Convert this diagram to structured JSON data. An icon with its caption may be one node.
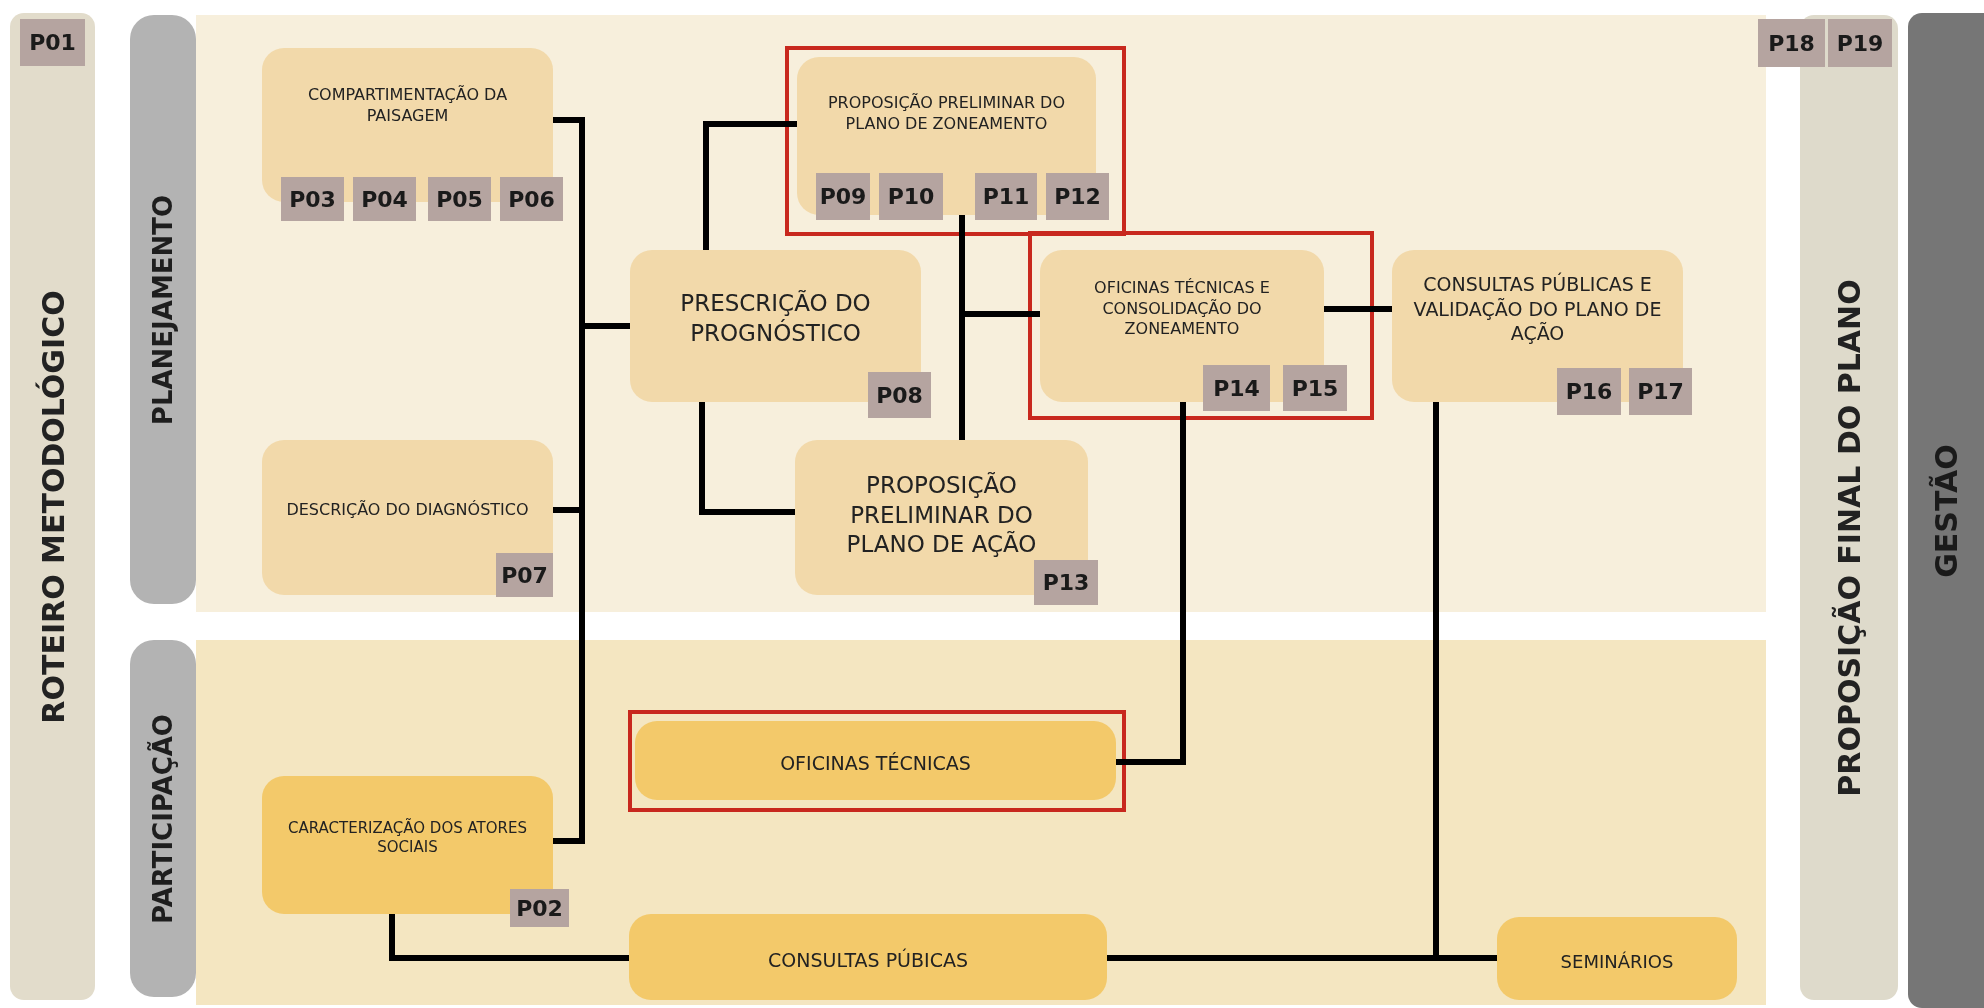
{
  "diagram": {
    "nodes": [
      {
        "text": [
          "ROTEIRO METODOLÓGICO"
        ]
      },
      {
        "text": [
          "P01"
        ],
        "in": 0
      },
      {
        "text": [
          "PLANEJAMENTO"
        ]
      },
      {
        "text": [
          "COMPARTIMENTAÇÃO DA PAISAGEM"
        ],
        "in": 2
      },
      {
        "text": [
          "P03"
        ],
        "in": 2
      },
      {
        "text": [
          "P04"
        ],
        "in": 2
      },
      {
        "text": [
          "P05"
        ],
        "in": 2
      },
      {
        "text": [
          "P06"
        ],
        "in": 2
      },
      {
        "text": [
          "PROPOSIÇÃO PRELIMINAR DO PLANO DE ZONEAMENTO"
        ],
        "in": 2
      },
      {
        "text": [
          "P09"
        ],
        "in": 2
      },
      {
        "text": [
          "P10"
        ],
        "in": 2
      },
      {
        "text": [
          "P11"
        ],
        "in": 2
      },
      {
        "text": [
          "P12"
        ],
        "in": 2
      },
      {
        "text": [
          "PRESCRIÇÃO DO PROGNÓSTICO"
        ],
        "in": 2
      },
      {
        "text": [
          "P08"
        ],
        "in": 2
      },
      {
        "text": [
          "OFICINAS TÉCNICAS E CONSOLIDAÇÃO DO ZONEAMENTO"
        ],
        "in": 2
      },
      {
        "text": [
          "P14"
        ],
        "in": 2
      },
      {
        "text": [
          "P15"
        ],
        "in": 2
      },
      {
        "text": [
          "CONSULTAS PÚBLICAS E VALIDAÇÃO DO PLANO DE AÇÃO"
        ],
        "in": 2
      },
      {
        "text": [
          "P16"
        ],
        "in": 2
      },
      {
        "text": [
          "P17"
        ],
        "in": 2
      },
      {
        "text": [
          "DESCRIÇÃO DO DIAGNÓSTICO"
        ],
        "in": 2
      },
      {
        "text": [
          "P07"
        ],
        "in": 21
      },
      {
        "text": [
          "PROPOSIÇÃO PRELIMINAR DO PLANO DE AÇÃO"
        ],
        "in": 2
      },
      {
        "text": [
          "P13"
        ],
        "in": 2
      },
      {
        "text": [
          "PARTICIPAÇÃO"
        ]
      },
      {
        "text": [
          "OFICINAS TÉCNICAS"
        ],
        "in": 25
      },
      {
        "text": [
          "CARACTERIZAÇÃO DOS ATORES SOCIAIS"
        ],
        "in": 25
      },
      {
        "text": [
          "P02"
        ],
        "in": 25
      },
      {
        "text": [
          "CONSULTAS PÚBICAS"
        ],
        "in": 25
      },
      {
        "text": [
          "SEMINÁRIOS"
        ],
        "in": 25
      },
      {
        "text": [
          "PROPOSIÇÃO FINAL DO PLANO"
        ]
      },
      {
        "text": [
          "P18"
        ]
      },
      {
        "text": [
          "P19"
        ],
        "in": 31
      },
      {
        "text": [
          "GESTÃO"
        ]
      }
    ],
    "edges": [
      {
        "from": 3,
        "to": 13,
        "arrow": "none"
      },
      {
        "from": 21,
        "to": 13,
        "arrow": "none"
      },
      {
        "from": 27,
        "to": 13,
        "arrow": "none"
      },
      {
        "from": 13,
        "to": 8,
        "arrow": "none"
      },
      {
        "from": 13,
        "to": 23,
        "arrow": "none"
      },
      {
        "from": 8,
        "to": 15,
        "arrow": "none"
      },
      {
        "from": 23,
        "to": 15,
        "arrow": "none"
      },
      {
        "from": 15,
        "to": 18,
        "arrow": "none"
      },
      {
        "from": 15,
        "to": 26,
        "arrow": "none"
      },
      {
        "from": 18,
        "to": 29,
        "arrow": "none"
      },
      {
        "from": 18,
        "to": 30,
        "arrow": "none"
      },
      {
        "from": 27,
        "to": 29,
        "arrow": "none"
      }
    ]
  }
}
